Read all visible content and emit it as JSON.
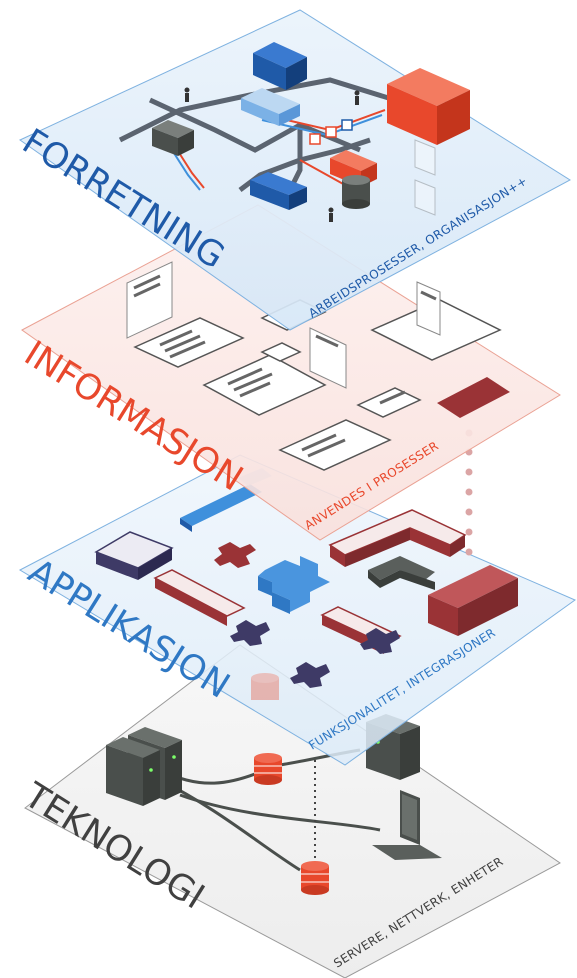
{
  "layers": {
    "business": {
      "title": "FORRETNING",
      "subtitle": "ARBEIDSPROSESSER, ORGANISASJON++",
      "color": "#1f5aa8"
    },
    "information": {
      "title": "INFORMASJON",
      "subtitle": "ANVENDES I PROSESSER",
      "color": "#e8482c"
    },
    "application": {
      "title": "APPLIKASJON",
      "subtitle": "FUNKSJONALITET, INTEGRASJONER",
      "color": "#2f78c4"
    },
    "technology": {
      "title": "TEKNOLOGI",
      "subtitle": "SERVERE, NETTVERK, ENHETER",
      "color": "#404040"
    }
  },
  "colors": {
    "blue": "#1f5aa8",
    "light_blue": "#3f90dc",
    "red": "#e8482c",
    "dark_red": "#9a3336",
    "dark_grey": "#4a4f4c",
    "purple": "#3e3a66"
  }
}
